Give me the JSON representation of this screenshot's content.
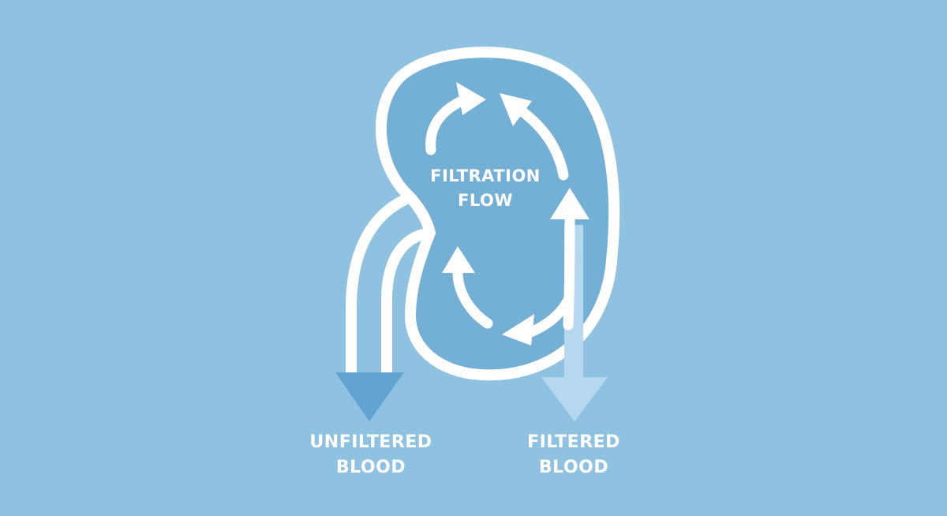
{
  "diagram": {
    "center_label": [
      "FILTRATION",
      "FLOW"
    ],
    "left_label": [
      "UNFILTERED",
      "BLOOD"
    ],
    "right_label": [
      "FILTERED",
      "BLOOD"
    ]
  },
  "colors": {
    "background": "#8ec2e0",
    "kidney_fill": "#74afd5",
    "outline": "#ffffff",
    "unfiltered_arrow": "#63a3cf",
    "filtered_arrow": "#b5d8ee"
  },
  "icons": [
    "kidney-icon",
    "circular-arrows-icon",
    "down-arrow-icon"
  ]
}
